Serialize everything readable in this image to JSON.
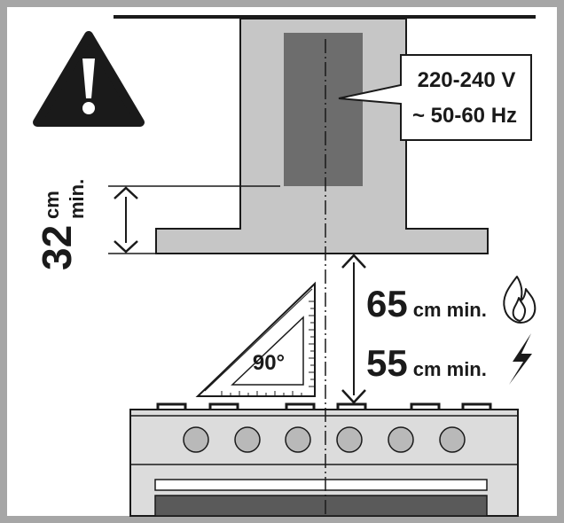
{
  "warning": {
    "symbol": "!"
  },
  "power": {
    "voltage": "220-240 V",
    "frequency": "~ 50-60 Hz"
  },
  "chimney_gap": {
    "value": "32",
    "unit": "cm",
    "qualifier": "min."
  },
  "clearance_gas": {
    "value": "65",
    "unit_text": "cm min.",
    "icon": "flame-icon"
  },
  "clearance_electric": {
    "value": "55",
    "unit_text": "cm min.",
    "icon": "lightning-icon"
  },
  "set_square": {
    "angle_label": "90°"
  },
  "colors": {
    "border": "#a6a6a6",
    "hood": "#c6c6c6",
    "panel": "#6d6d6d",
    "stove": "#dcdcdc",
    "knob": "#b9b9b9",
    "ink": "#1a1a1a",
    "oven_window": "#5a5a5a"
  }
}
